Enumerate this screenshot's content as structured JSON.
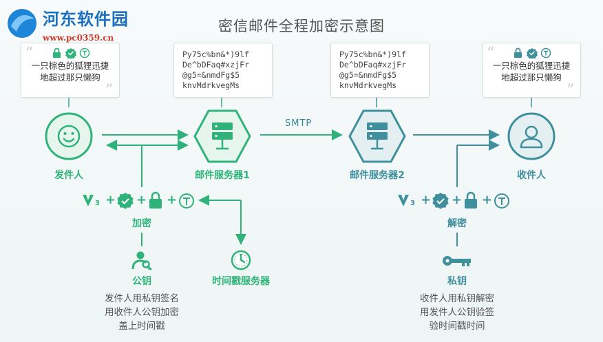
{
  "watermark": {
    "site_name": "河东软件园",
    "url": "www.pc0359.cn"
  },
  "title": "密信邮件全程加密示意图",
  "sender_bubble": {
    "text_line1": "一只棕色的狐狸迅捷",
    "text_line2": "地超过那只懒狗"
  },
  "server1_bubble": {
    "lines": [
      "Py75c%bn&*)9lf",
      "De^bDFaq#xzjFr",
      "@g5=&nmdFg$5",
      "knvMdrkvegMs"
    ]
  },
  "server2_bubble": {
    "lines": [
      "Py75c%bn&*)9lf",
      "De^bDFaq#xzjFr",
      "@g5=&nmdFg$5",
      "knvMdrkvegMs"
    ]
  },
  "receiver_bubble": {
    "text_line1": "一只棕色的狐狸迅捷",
    "text_line2": "地超过那只懒狗"
  },
  "nodes": {
    "sender": "发件人",
    "server1": "邮件服务器1",
    "server2": "邮件服务器2",
    "receiver": "收件人"
  },
  "smtp_label": "SMTP",
  "left_chain": {
    "v3_sub": "3",
    "label": "加密",
    "plus": "+"
  },
  "right_chain": {
    "v3_sub": "3",
    "label": "解密",
    "plus": "+"
  },
  "left_key": {
    "label": "公钥",
    "desc_line1": "发件人用私钥签名",
    "desc_line2": "用收件人公钥加密",
    "desc_line3": "盖上时间戳"
  },
  "timestamp_server": {
    "label": "时间戳服务器"
  },
  "right_key": {
    "label": "私钥",
    "desc_line1": "收件人用私钥解密",
    "desc_line2": "用发件人公钥验签",
    "desc_line3": "验时间戳时间"
  },
  "colors": {
    "green": "#2fb37a",
    "teal": "#3f8f9d",
    "light_green": "#e6f6ee",
    "light_teal": "#e3eff1"
  }
}
